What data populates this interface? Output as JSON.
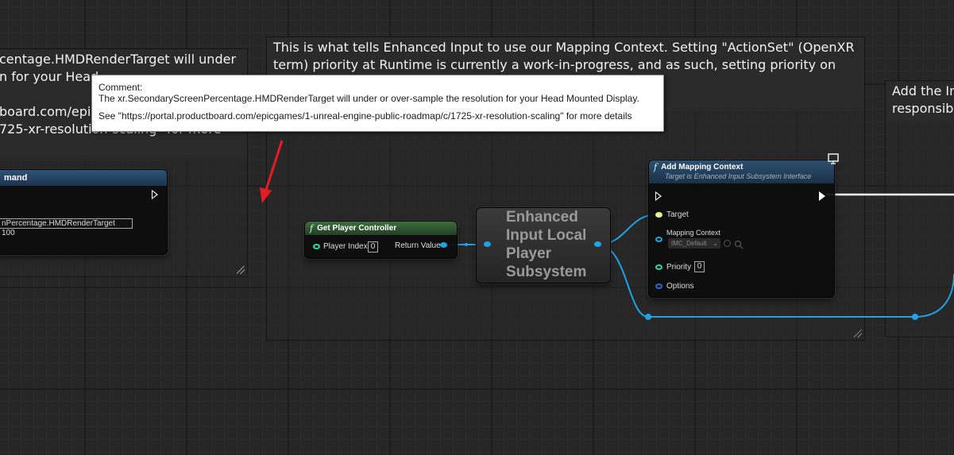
{
  "comments": {
    "left": {
      "title": "centage.HMDRenderTarget will under\nn for your Head\n\nboard.com/epicg\n725-xr-resolution-scaling\" for more"
    },
    "middle": {
      "title": "This is what tells Enhanced Input to use our Mapping Context. Setting \"ActionSet\" (OpenXR\nterm) priority at Runtime is currently a work-in-progress, and as such, setting priority on\nthe runtime has implemented it.\nworks as intended."
    },
    "right": {
      "title": "Add the In\nresponsibl"
    }
  },
  "nodes": {
    "execute_command": {
      "title": "mand",
      "command_value": "nPercentage.HMDRenderTarget 100"
    },
    "get_player_controller": {
      "title": "Get Player Controller",
      "player_index_label": "Player Index",
      "player_index_value": "0",
      "return_value_label": "Return Value"
    },
    "subsystem": {
      "title": "Enhanced\nInput Local\nPlayer\nSubsystem"
    },
    "add_mapping_context": {
      "title": "Add Mapping Context",
      "subtitle": "Target is Enhanced Input Subsystem Interface",
      "target_label": "Target",
      "mapping_context_label": "Mapping Context",
      "mapping_context_value": "IMC_Default",
      "priority_label": "Priority",
      "priority_value": "0",
      "options_label": "Options"
    }
  },
  "tooltip": {
    "line1": "Comment:",
    "line2": "The xr.SecondaryScreenPercentage.HMDRenderTarget will under or over-sample the resolution for your Head Mounted Display.",
    "line3": "See \"https://portal.productboard.com/epicgames/1-unreal-engine-public-roadmap/c/1725-xr-resolution-scaling\" for more details"
  },
  "icons": {
    "function": "function-icon",
    "exec": "exec-pin-icon",
    "arrow": "red-arrow-annotation-icon",
    "monitor": "monitor-icon",
    "browse": "browse-icon",
    "search": "magnifier-icon",
    "resize": "resize-grip-icon"
  },
  "colors": {
    "wire_object": "#1ea3e6",
    "wire_exec": "#ffffff",
    "pin_object": "#1ea3e6",
    "pin_int": "#2bd9a2",
    "pin_struct": "#1e6fd9",
    "pin_target": "#eaf28a",
    "header_pure": "#2e5a2f",
    "header_function": "#2a4a6a",
    "annotation": "#e51c23"
  }
}
